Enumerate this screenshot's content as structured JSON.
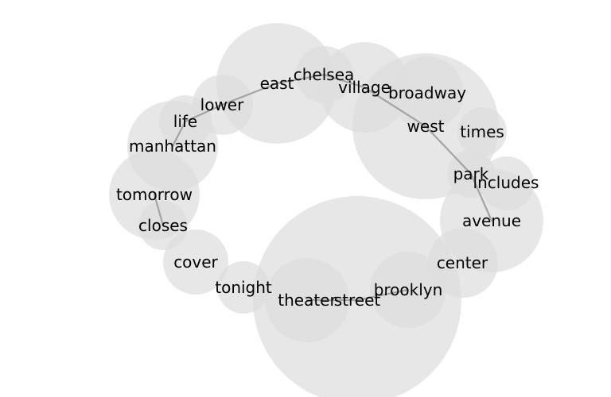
{
  "colors": {
    "bubble": "#dedede",
    "bubble_opacity": 0.72,
    "edge": "#a3a3a3",
    "text": "#000000",
    "background": "#ffffff"
  },
  "nodes": [
    {
      "id": "chelsea",
      "label": "chelsea"
    },
    {
      "id": "east",
      "label": "east"
    },
    {
      "id": "village",
      "label": "village"
    },
    {
      "id": "broadway",
      "label": "broadway"
    },
    {
      "id": "lower",
      "label": "lower"
    },
    {
      "id": "west",
      "label": "west"
    },
    {
      "id": "life",
      "label": "life"
    },
    {
      "id": "times",
      "label": "times"
    },
    {
      "id": "manhattan",
      "label": "manhattan"
    },
    {
      "id": "park",
      "label": "park"
    },
    {
      "id": "includes",
      "label": "includes"
    },
    {
      "id": "tomorrow",
      "label": "tomorrow"
    },
    {
      "id": "avenue",
      "label": "avenue"
    },
    {
      "id": "closes",
      "label": "closes"
    },
    {
      "id": "cover",
      "label": "cover"
    },
    {
      "id": "center",
      "label": "center"
    },
    {
      "id": "tonight",
      "label": "tonight"
    },
    {
      "id": "brooklyn",
      "label": "brooklyn"
    },
    {
      "id": "theater",
      "label": "theater"
    },
    {
      "id": "street",
      "label": "street"
    }
  ],
  "edges": [
    [
      "chelsea",
      "east"
    ],
    [
      "chelsea",
      "village"
    ],
    [
      "east",
      "lower"
    ],
    [
      "lower",
      "life"
    ],
    [
      "life",
      "manhattan"
    ],
    [
      "village",
      "west"
    ],
    [
      "west",
      "park"
    ],
    [
      "park",
      "avenue"
    ],
    [
      "tomorrow",
      "closes"
    ],
    [
      "theater",
      "street"
    ],
    [
      "street",
      "brooklyn"
    ]
  ]
}
